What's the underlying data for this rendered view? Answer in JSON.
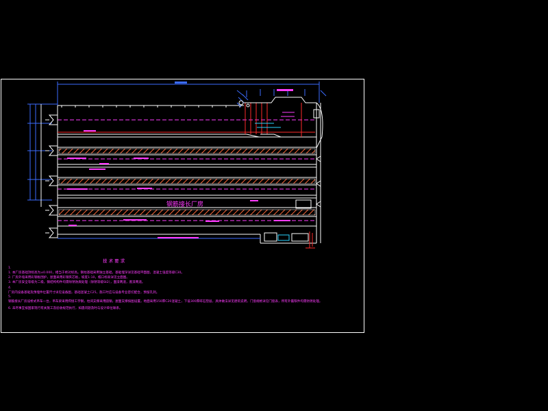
{
  "colors": {
    "background": "#000000",
    "frame": "#ffffff",
    "drawing_lines": "#ffffff",
    "dimension": "#3b6cff",
    "annotation": "#ff3cff",
    "highlight": "#ff2a2a",
    "hatch": "#ff6a3a",
    "dim_cyan": "#2ad4ff"
  },
  "drawing": {
    "center_label": "钢筋接长厂房"
  },
  "notes": {
    "heading": "技 术 要 求",
    "lines": [
      "1.",
      "  1. 本厂房基础顶标高为±0.000，相当于绝对标高。钢柱基础采用独立基础，基础埋深详见基础平面图，混凝土强度等级C30。",
      "2. 厂房外墙采用彩钢板围护，屋面采用彩钢夹芯板，坡度1:10，檐口标高详见立面图。",
      "3. 本厂房安全等级为二级，钢结构构件均需除锈防腐处理（除锈等级St2），面漆两道，底漆两道。",
      "4.",
      "  厂房内设备基础及预埋件位置尺寸详见设备图，基础混凝土C25，施工时应与设备专业密切配合，预留孔洞。",
      "5.",
      "  钢筋接长厂房设桥式吊车一台，吊车梁采用焊接工字钢，柱间支撑采用圆钢，屋面支撑按图设置。地面采用150厚C20混凝土，下设300厚碎石垫层，具体做法详见建筑说明，门窗规格详见门窗表，所有外露铁件均需防锈处理。",
      "6. 未尽事宜按国家现行有关施工及验收规范执行，如遇问题及时与设计单位联系。"
    ]
  }
}
